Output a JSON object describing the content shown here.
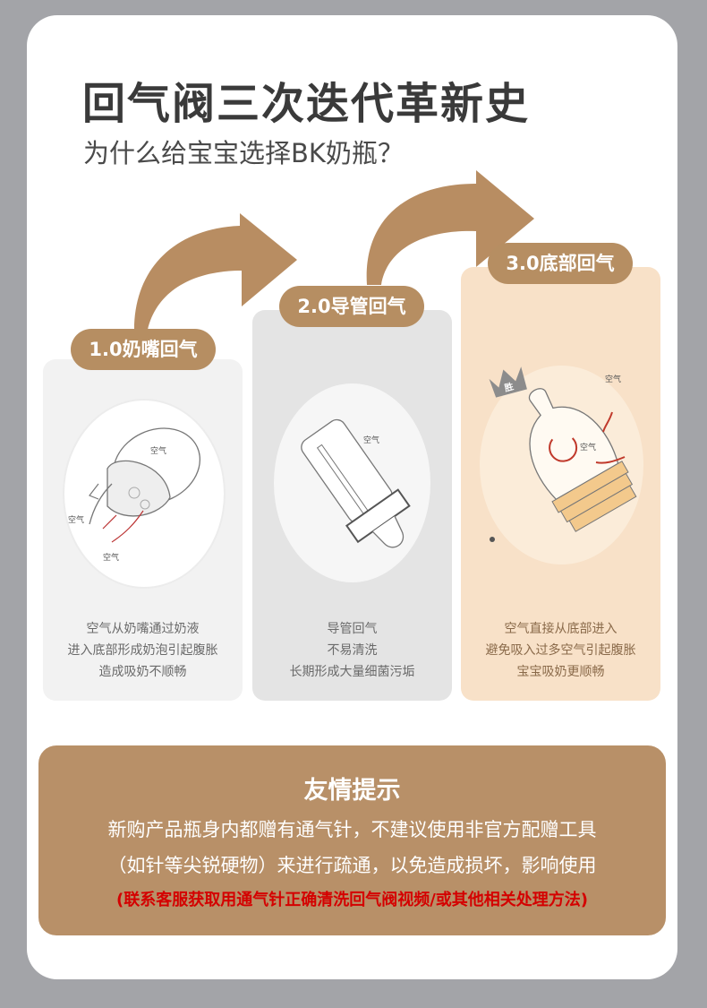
{
  "header": {
    "title": "回气阀三次迭代革新史",
    "subtitle": "为什么给宝宝选择BK奶瓶？"
  },
  "stages": [
    {
      "label": "1.0奶嘴回气",
      "illustration_labels": [
        "空气",
        "空气",
        "空气"
      ],
      "lines": [
        "空气从奶嘴通过奶液",
        "进入底部形成奶泡引起腹胀",
        "造成吸奶不顺畅"
      ]
    },
    {
      "label": "2.0导管回气",
      "illustration_labels": [
        "空气"
      ],
      "lines": [
        "导管回气",
        "不易清洗",
        "长期形成大量细菌污垢"
      ]
    },
    {
      "label": "3.0底部回气",
      "crown_text": "胜",
      "illustration_labels": [
        "空气",
        "空气"
      ],
      "lines": [
        "空气直接从底部进入",
        "避免吸入过多空气引起腹胀",
        "宝宝吸奶更顺畅"
      ]
    }
  ],
  "tip": {
    "title": "友情提示",
    "line1": "新购产品瓶身内都赠有通气针，不建议使用非官方配赠工具",
    "line2": "（如针等尖锐硬物）来进行疏通，以免造成损坏，影响使用",
    "warning": "(联系客服获取用通气针正确清洗回气阀视频/或其他相关处理方法)"
  },
  "colors": {
    "accent": "#b68e62",
    "tip_background": "#b89068",
    "warning": "#d40000",
    "page_background": "#a3a4a8"
  }
}
